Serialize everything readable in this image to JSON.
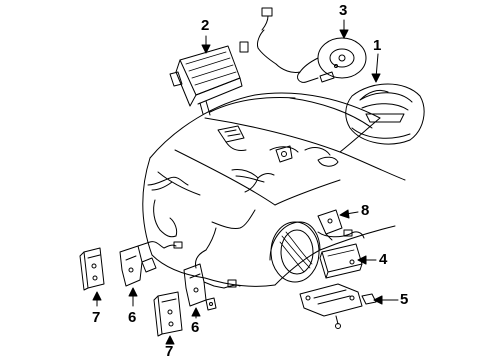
{
  "diagram": {
    "callouts": [
      {
        "number": "1",
        "part": "driver-airbag-module"
      },
      {
        "number": "2",
        "part": "passenger-airbag-module"
      },
      {
        "number": "3",
        "part": "clock-spring-coil"
      },
      {
        "number": "4",
        "part": "diagnostic-module"
      },
      {
        "number": "5",
        "part": "module-mounting-bracket"
      },
      {
        "number": "6",
        "part": "crash-sensor-left"
      },
      {
        "number": "7",
        "part": "sensor-bracket-left"
      },
      {
        "number": "6",
        "part": "crash-sensor-right"
      },
      {
        "number": "7",
        "part": "sensor-bracket-right"
      },
      {
        "number": "8",
        "part": "sensor-bracket-rear"
      }
    ],
    "line_color": "#000000",
    "background": "#ffffff"
  }
}
